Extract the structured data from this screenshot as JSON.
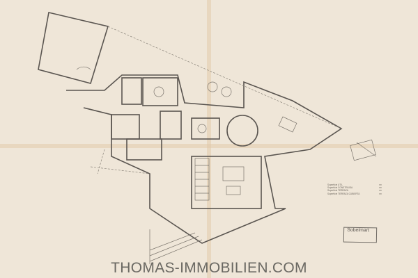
{
  "drawing": {
    "type": "architectural floor plan",
    "colors": {
      "paper": "#efe6d8",
      "lines": "#5a5550"
    },
    "area_table": [
      {
        "label": "Superficie UTIL",
        "value": "m²"
      },
      {
        "label": "Superficie CONSTRUIDA",
        "value": "m²"
      },
      {
        "label": "Superficie TERRAZA",
        "value": "m²"
      },
      {
        "label": "Superficie TERRAZA CUBIERTA",
        "value": "m²"
      }
    ],
    "stamp": {
      "title": "Sobelmart"
    }
  },
  "watermark": "THOMAS-IMMOBILIEN.COM"
}
